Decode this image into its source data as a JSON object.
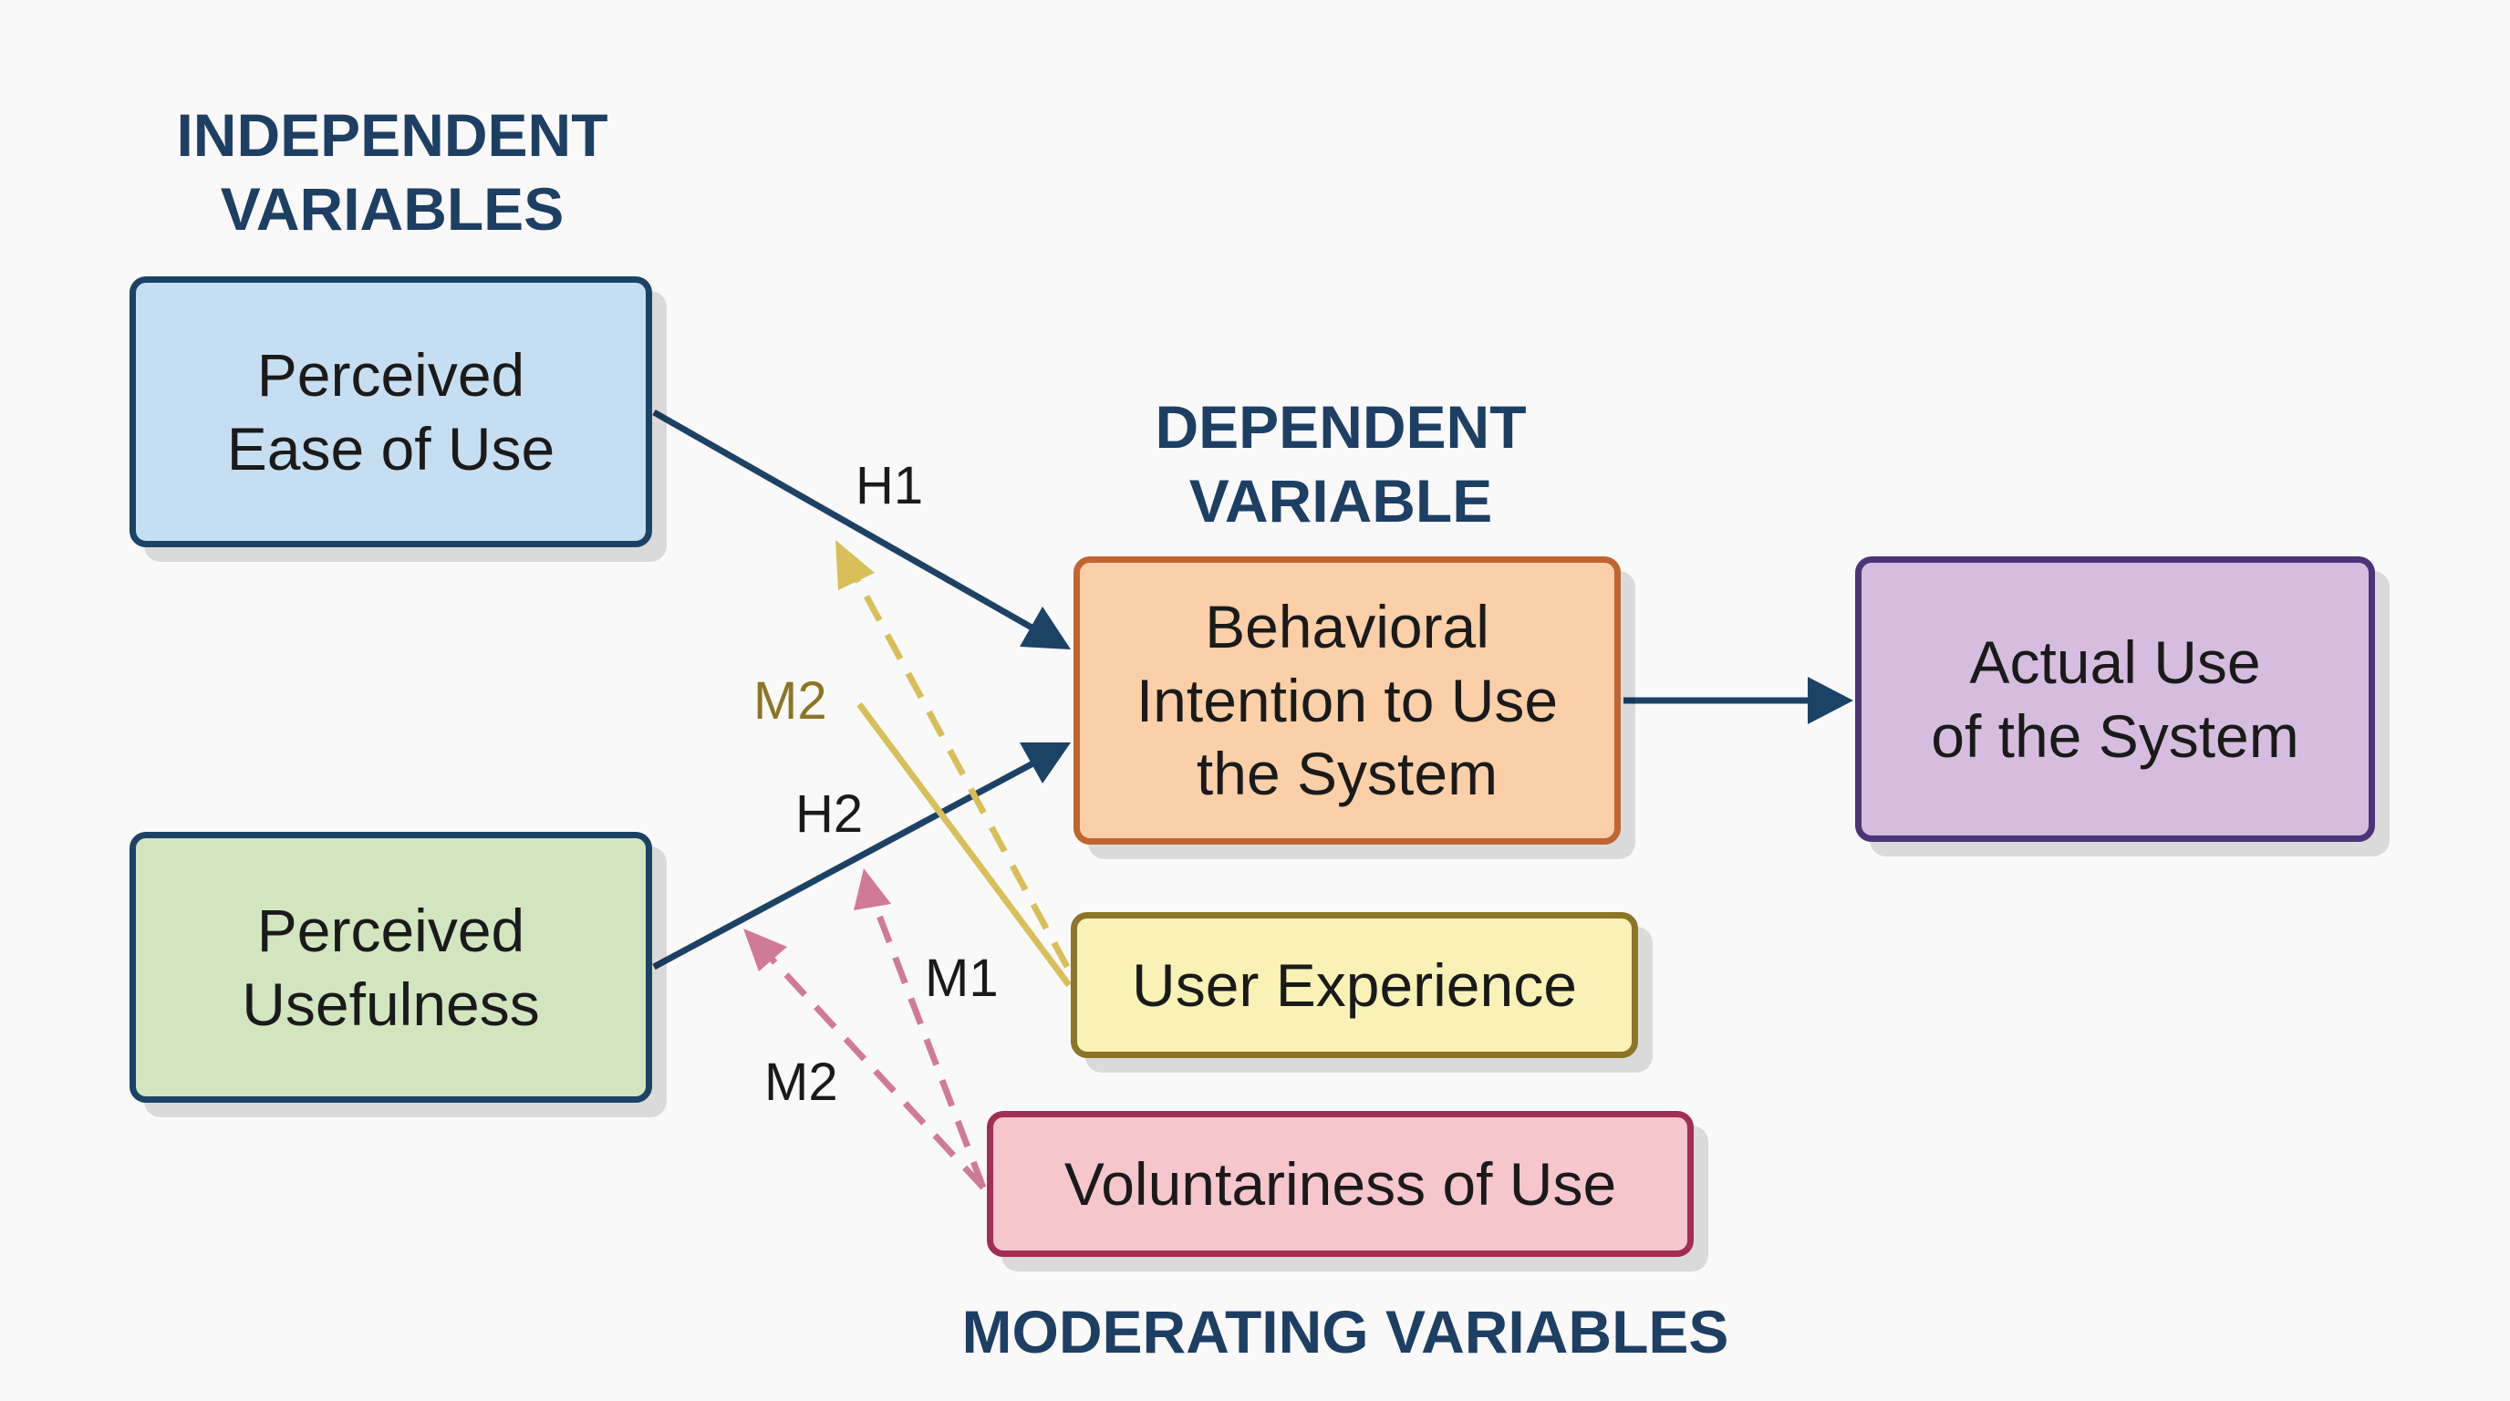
{
  "headers": {
    "independent": [
      "INDEPENDENT",
      "VARIABLES"
    ],
    "dependent": [
      "DEPENDENT",
      "VARIABLE"
    ],
    "moderating": "MODERATING VARIABLES"
  },
  "nodes": {
    "perceived_ease_of_use": [
      "Perceived",
      "Ease of Use"
    ],
    "perceived_usefulness": [
      "Perceived",
      "Usefulness"
    ],
    "behavioral_intention": [
      "Behavioral",
      "Intention to Use",
      "the System"
    ],
    "actual_use": [
      "Actual Use",
      "of the System"
    ],
    "user_experience": "User Experience",
    "voluntariness_of_use": "Voluntariness of Use"
  },
  "edge_labels": {
    "h1": "H1",
    "h2": "H2",
    "m2_top": "M2",
    "m1": "M1",
    "m2_bottom": "M2"
  },
  "colors": {
    "primary_arrow": "#1c4266",
    "user_experience_arrow": "#d9bf5a",
    "voluntariness_arrow": "#d17a98"
  }
}
